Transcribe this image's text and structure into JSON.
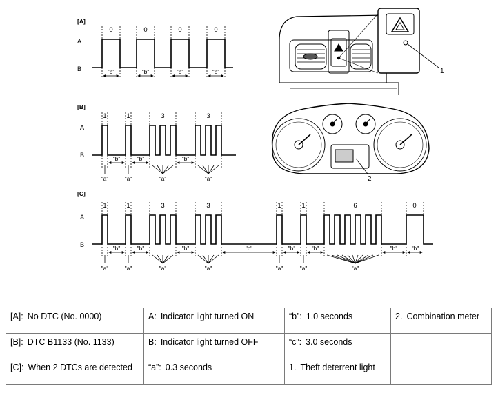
{
  "diagram": {
    "sections": [
      "[A]",
      "[B]",
      "[C]"
    ],
    "level_a": "A",
    "level_b": "B",
    "counts_A": [
      "0",
      "0",
      "0",
      "0"
    ],
    "counts_B": [
      "1",
      "1",
      "3",
      "3"
    ],
    "counts_C": [
      "1",
      "1",
      "3",
      "3",
      "1",
      "1",
      "6",
      "0"
    ],
    "label_a": "\"a\"",
    "label_b": "\"b\"",
    "label_c": "\"c\"",
    "callout_1": "1",
    "callout_2": "2"
  },
  "legend": {
    "rows": [
      [
        {
          "key": "[A]:",
          "text": "No DTC (No. 0000)"
        },
        {
          "key": "A:",
          "text": "Indicator light turned ON"
        },
        {
          "key": "“b”:",
          "text": "1.0 seconds"
        },
        {
          "key": "2.",
          "text": "Combination meter"
        }
      ],
      [
        {
          "key": "[B]:",
          "text": "DTC B1133 (No. 1133)"
        },
        {
          "key": "B:",
          "text": "Indicator light turned OFF"
        },
        {
          "key": "“c”:",
          "text": "3.0 seconds"
        },
        {
          "key": "",
          "text": ""
        }
      ],
      [
        {
          "key": "[C]:",
          "text": "When 2 DTCs are detected"
        },
        {
          "key": "“a”:",
          "text": "0.3 seconds"
        },
        {
          "key": "1.",
          "text": "Theft deterrent light"
        },
        {
          "key": "",
          "text": ""
        }
      ]
    ]
  }
}
